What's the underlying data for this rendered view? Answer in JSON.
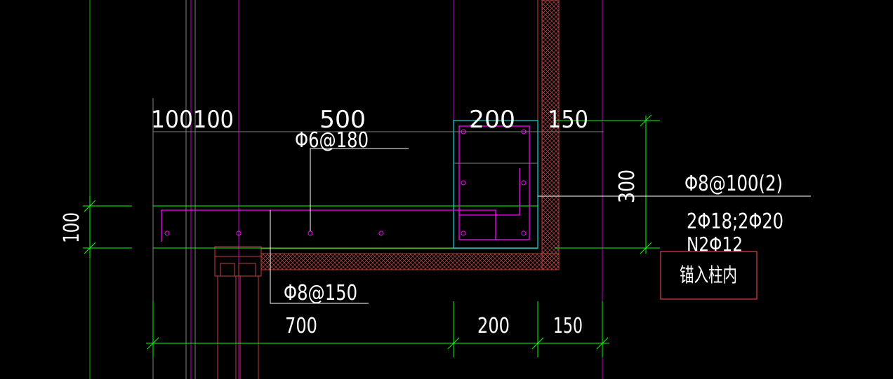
{
  "drawing": {
    "top_dims": {
      "d1": "100",
      "d2": "100",
      "d3": "500",
      "d4": "200",
      "d5": "150"
    },
    "left_dim": "100",
    "right_dim": "300",
    "bottom_dims": {
      "d1": "700",
      "d2": "200",
      "d3": "150"
    },
    "rebar": {
      "slab_top": "Φ6@180",
      "slab_bottom": "Φ8@150",
      "beam_stirrup": "Φ8@100(2)",
      "beam_main": "2Φ18;2Φ20",
      "beam_side": "N2Φ12"
    },
    "note": "锚入柱内"
  },
  "colors": {
    "background": "#000000",
    "dimension": "#00ff00",
    "grid": "#ff00ff",
    "rebar": "#ff00ff",
    "beam_outline": "#00ffff",
    "note_box": "#ff3333",
    "text": "#ffffff",
    "hatch": "#a04040"
  }
}
